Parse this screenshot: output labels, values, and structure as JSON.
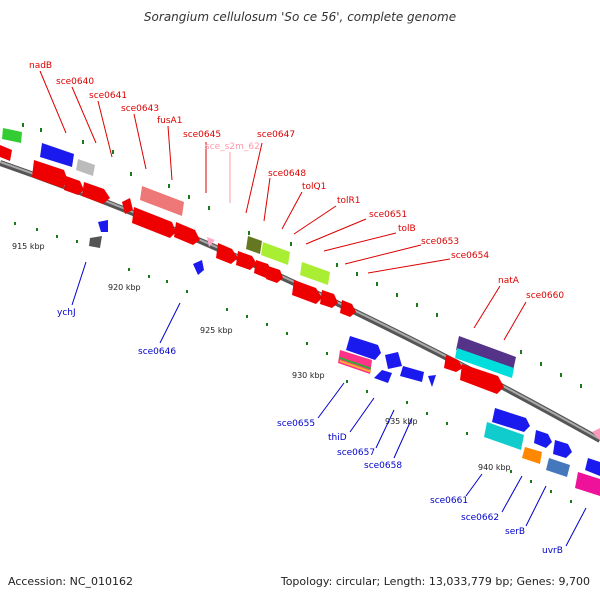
{
  "title": "Sorangium cellulosum 'So ce 56', complete genome",
  "footer": {
    "accession": "Accession: NC_010162",
    "topology": "Topology: circular; Length: 13,033,779 bp; Genes: 9,700"
  },
  "colors": {
    "forward_label": "#dd0000",
    "reverse_label": "#0000cc",
    "rna_label": "#ff99aa",
    "backbone": "#888888",
    "tick": "#1a7a1a"
  },
  "kbp_labels": [
    "915 kbp",
    "920 kbp",
    "925 kbp",
    "930 kbp",
    "935 kbp",
    "940 kbp"
  ],
  "forward_labels": [
    "nadB",
    "sce0640",
    "sce0641",
    "sce0643",
    "fusA1",
    "sce0645",
    "sce_s2m_62",
    "sce0647",
    "sce0648",
    "tolQ1",
    "tolR1",
    "sce0651",
    "tolB",
    "sce0653",
    "sce0654",
    "natA",
    "sce0660"
  ],
  "reverse_labels": [
    "ychJ",
    "sce0646",
    "sce0655",
    "thiD",
    "sce0657",
    "sce0658",
    "sce0661",
    "sce0662",
    "serB",
    "uvrB"
  ]
}
